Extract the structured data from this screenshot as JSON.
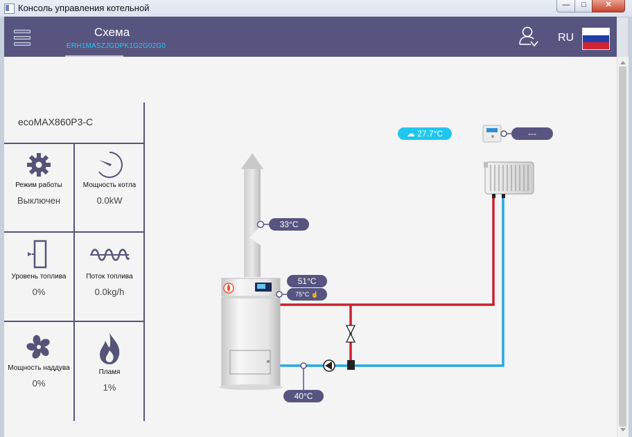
{
  "window": {
    "title": "Консоль управления котельной",
    "min_glyph": "—",
    "max_glyph": "□",
    "close_glyph": "✕"
  },
  "header": {
    "title": "Схема",
    "device_id": "ERH1MASZJGDPK1G2G02G0",
    "language": "RU",
    "menu_icon": "hamburger-icon",
    "user_icon": "user-icon"
  },
  "panel": {
    "model": "ecoMAX860P3-C",
    "cells": [
      {
        "icon": "gear-icon",
        "label": "Режим работы",
        "value": "Выключен"
      },
      {
        "icon": "gauge-icon",
        "label": "Мощность котла",
        "value": "0.0kW"
      },
      {
        "icon": "fuel-level-icon",
        "label": "Уровень топлива",
        "value": "0%"
      },
      {
        "icon": "feeder-screw-icon",
        "label": "Поток топлива",
        "value": "0.0kg/h"
      },
      {
        "icon": "fan-icon",
        "label": "Мощность наддува",
        "value": "0%"
      },
      {
        "icon": "flame-icon",
        "label": "Пламя",
        "value": "1%"
      }
    ]
  },
  "scheme": {
    "exhaust_temp": "33°C",
    "boiler_temp": "51°C",
    "boiler_setpoint": "75°C",
    "return_temp": "40°C",
    "outdoor_temp": "27.7°C",
    "room_thermostat": "---"
  },
  "colors": {
    "header_bg": "#575580",
    "accent_cyan": "#20c6ee",
    "supply_pipe": "#c8242f",
    "return_pipe": "#25a8e0",
    "tag_bg": "#565480"
  }
}
